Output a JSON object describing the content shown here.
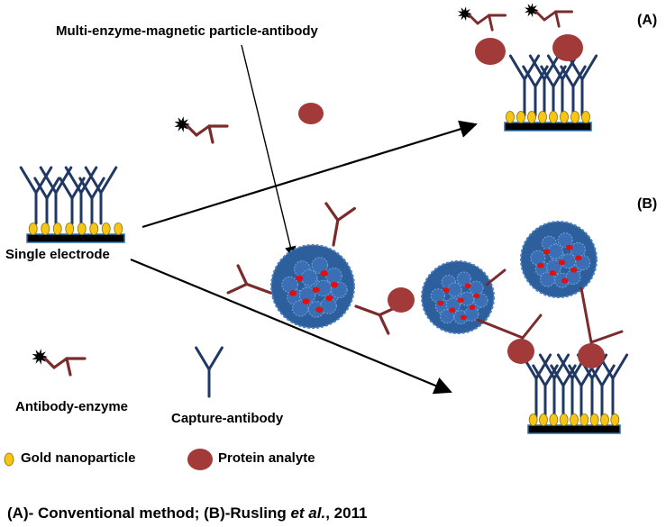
{
  "title": "Multi-enzyme-magnetic particle-antibody",
  "labels": {
    "a": "(A)",
    "b": "(B)",
    "single_electrode": "Single electrode"
  },
  "legend": {
    "antibody_enzyme": "Antibody-enzyme",
    "capture_antibody": "Capture-antibody",
    "gold_nanoparticle": "Gold nanoparticle",
    "protein_analyte": "Protein analyte"
  },
  "caption": {
    "part1": "(A)- Conventional method; (B)-Rusling ",
    "italic": "et al.",
    "part2": ", 2011"
  },
  "colors": {
    "antibody_blue": "#1f3864",
    "enzyme_antibody_red": "#7b2b2b",
    "protein_red": "#a33a3a",
    "gold": "#f5c518",
    "gold_outline": "#8a6d00",
    "electrode": "#000000",
    "electrode_outline": "#2e6fa8",
    "bead_blue": "#3a6fb5",
    "bead_hot": "#e01010"
  }
}
